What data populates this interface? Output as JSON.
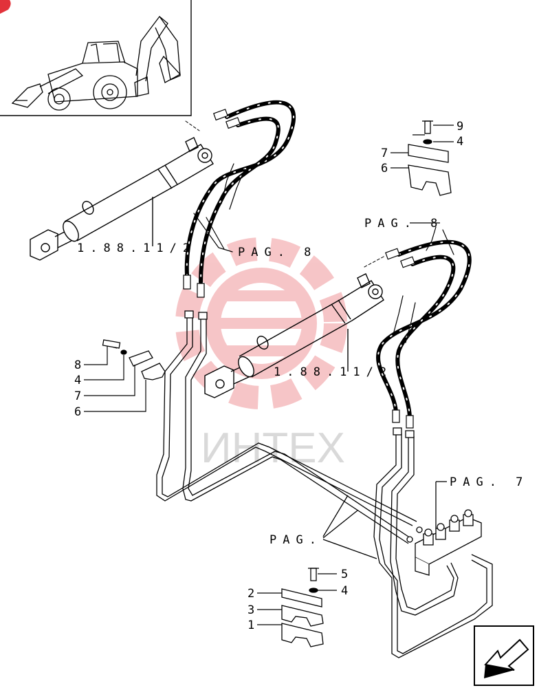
{
  "watermark": {
    "text": "ИНТЕХ",
    "color": "#e2323a"
  },
  "labels": {
    "ref_upper": "1.88.11/2",
    "ref_lower": "1.88.11/2",
    "pag8_left": "PAG. 8",
    "pag8_right": "PAG. 8",
    "pag7": "PAG. 7",
    "pag_bottom": "PAG."
  },
  "callouts": {
    "top_right": [
      "9",
      "4",
      "7",
      "6"
    ],
    "left": [
      "8",
      "4",
      "7",
      "6"
    ],
    "bottom_right": [
      "5",
      "4"
    ],
    "bottom_left": [
      "2",
      "3",
      "1"
    ]
  },
  "icons": {
    "machine": "backhoe-loader-thumbnail",
    "nav": "arrow-down-left-icon"
  }
}
